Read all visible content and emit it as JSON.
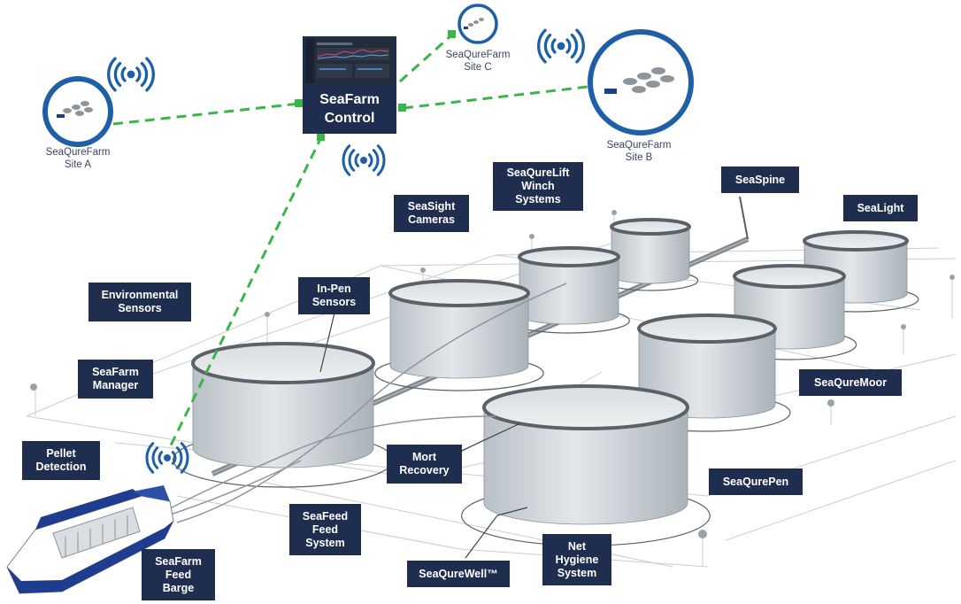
{
  "control": {
    "title": "SeaFarm\nControl"
  },
  "sites": [
    {
      "id": "a",
      "name": "SeaQureFarm",
      "site": "Site A"
    },
    {
      "id": "b",
      "name": "SeaQureFarm",
      "site": "Site B"
    },
    {
      "id": "c",
      "name": "SeaQureFarm",
      "site": "Site C"
    }
  ],
  "labels": {
    "seaqurelift": "SeaQureLift\nWinch\nSystems",
    "seaspine": "SeaSpine",
    "seasight": "SeaSight\nCameras",
    "sealight": "SeaLight",
    "environmental": "Environmental\nSensors",
    "inpen": "In-Pen\nSensors",
    "manager": "SeaFarm\nManager",
    "seaquremoor": "SeaQureMoor",
    "pellet": "Pellet\nDetection",
    "mort": "Mort\nRecovery",
    "seaqurepen": "SeaQurePen",
    "feedsystem": "SeaFeed\nFeed\nSystem",
    "net": "Net\nHygiene\nSystem",
    "seaqurewell": "SeaQureWell™",
    "barge": "SeaFarm\nFeed\nBarge"
  },
  "colors": {
    "label_bg": "#1f2d4f",
    "ring": "#1f5fa8",
    "link": "#3bb44a",
    "pen_wall": "#ccd2d6",
    "pen_rim": "#5a6268",
    "barge_hull": "#1e3d8f"
  }
}
